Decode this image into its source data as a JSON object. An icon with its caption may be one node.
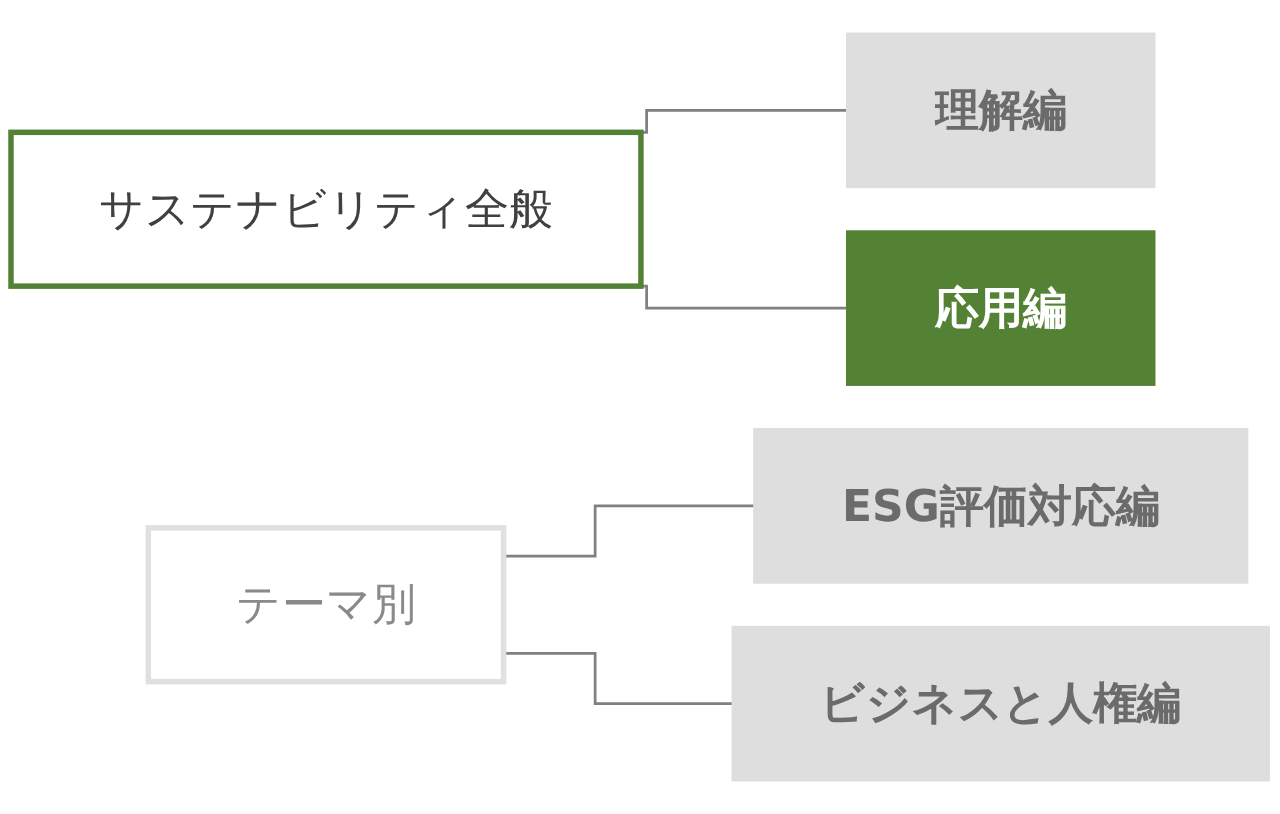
{
  "diagram": {
    "nodes": [
      {
        "text": [
          "サステナビリティ全般"
        ]
      },
      {
        "text": [
          "理解編"
        ]
      },
      {
        "text": [
          "応用編"
        ]
      },
      {
        "text": [
          "テーマ別"
        ]
      },
      {
        "text": [
          "ESG評価対応編"
        ]
      },
      {
        "text": [
          "ビジネスと人権編"
        ]
      }
    ],
    "edges": [
      {
        "from": 0,
        "to": 1,
        "arrow": "none"
      },
      {
        "from": 0,
        "to": 2,
        "arrow": "none"
      },
      {
        "from": 3,
        "to": 4,
        "arrow": "none"
      },
      {
        "from": 3,
        "to": 5,
        "arrow": "none"
      }
    ]
  }
}
